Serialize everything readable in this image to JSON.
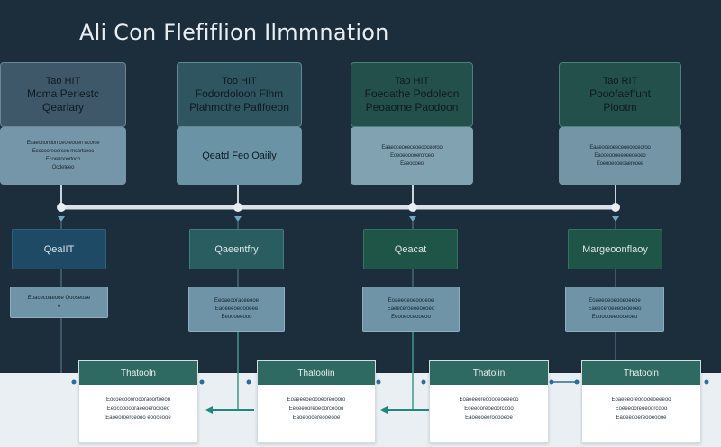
{
  "title": "Ali Con Flefiflion Ilmmnation",
  "columns": [
    {
      "header": {
        "line1": "Tao HIT",
        "line2": "Moma Perlestc",
        "line3": "Qearlary"
      },
      "detail": [
        "Ecaeortorcion ceoreooen ecorce",
        "Ecocooreoorcen mcortceoc",
        "Ecorerooortoco",
        "Ocdeteeo"
      ],
      "node": "QeaIIT",
      "note": [
        "Eoacecoaeooe Qooseoae",
        "o"
      ],
      "card": {
        "title": "Thatooln",
        "lines": [
          "Eocoecoooroooraoortoeon",
          "Eeocoooooraeeoerocroeo",
          "Eaoeoroerceooo eooceooe"
        ]
      }
    },
    {
      "header": {
        "line1": "Too HIT",
        "line2": "Fodordoloon Flhm",
        "line3": "Plahmcthe Paflfoeon"
      },
      "detail": [
        "Qeatd Feo Oaiily"
      ],
      "node": "Qaeentfry",
      "note": [
        "Eeoaeooraceeooe",
        "Eaoeeeoeoooeee",
        "Eeoooeeooo"
      ],
      "card": {
        "title": "Thatoolin",
        "lines": [
          "Eoaeeeoeoooeoreoooro",
          "Eeceeooreoeoorceooo",
          "Eaoeoooereooeooe"
        ]
      }
    },
    {
      "header": {
        "line1": "Tao HIT",
        "line2": "Foeoathe Podoleon",
        "line3": "Peoaome Paodoon"
      },
      "detail": [
        "Eaaeoceoeeceoeooceoroo",
        "Eoeoeoooeerorceo",
        "Eaeoooeo"
      ],
      "node": "Qeacat",
      "note": [
        "Eoaeeoeoeoooeoe",
        "Eaeeceroeeeoeoeo",
        "Eeooeoceooeoo"
      ],
      "card": {
        "title": "Thatolin",
        "lines": [
          "Eoaeeeoreooooeoeeeoo",
          "Eoeeooreoeoorcooo",
          "Eaoeooeerooooeoe"
        ]
      }
    },
    {
      "header": {
        "line1": "Tao RIT",
        "line2": "Pooofaeffunt",
        "line3": "Plootm"
      },
      "detail": [
        "Eaaeoceoeeceoeooceoroo",
        "Eaooeoooeeoeeoeoeo",
        "Eoeooecoeoaereoee"
      ],
      "node": "Margeoonflaoy",
      "note": [
        "Eoaeeoeoeooeoeeoe",
        "Eaeeceroeeeoeoeoeo",
        "Eoooooeeoooeoeo"
      ],
      "card": {
        "title": "Thatooln",
        "lines": [
          "Eoaeeeoreooooeoeeeoo",
          "Eoeeeooreoeoorcooo",
          "Eaoeeooereooeoooe"
        ]
      }
    }
  ],
  "colors": {
    "background": "#1c2e3c",
    "connector": "#d8e2e8",
    "arrow": "#1f8a7a",
    "card_header": "#2e6a61"
  }
}
